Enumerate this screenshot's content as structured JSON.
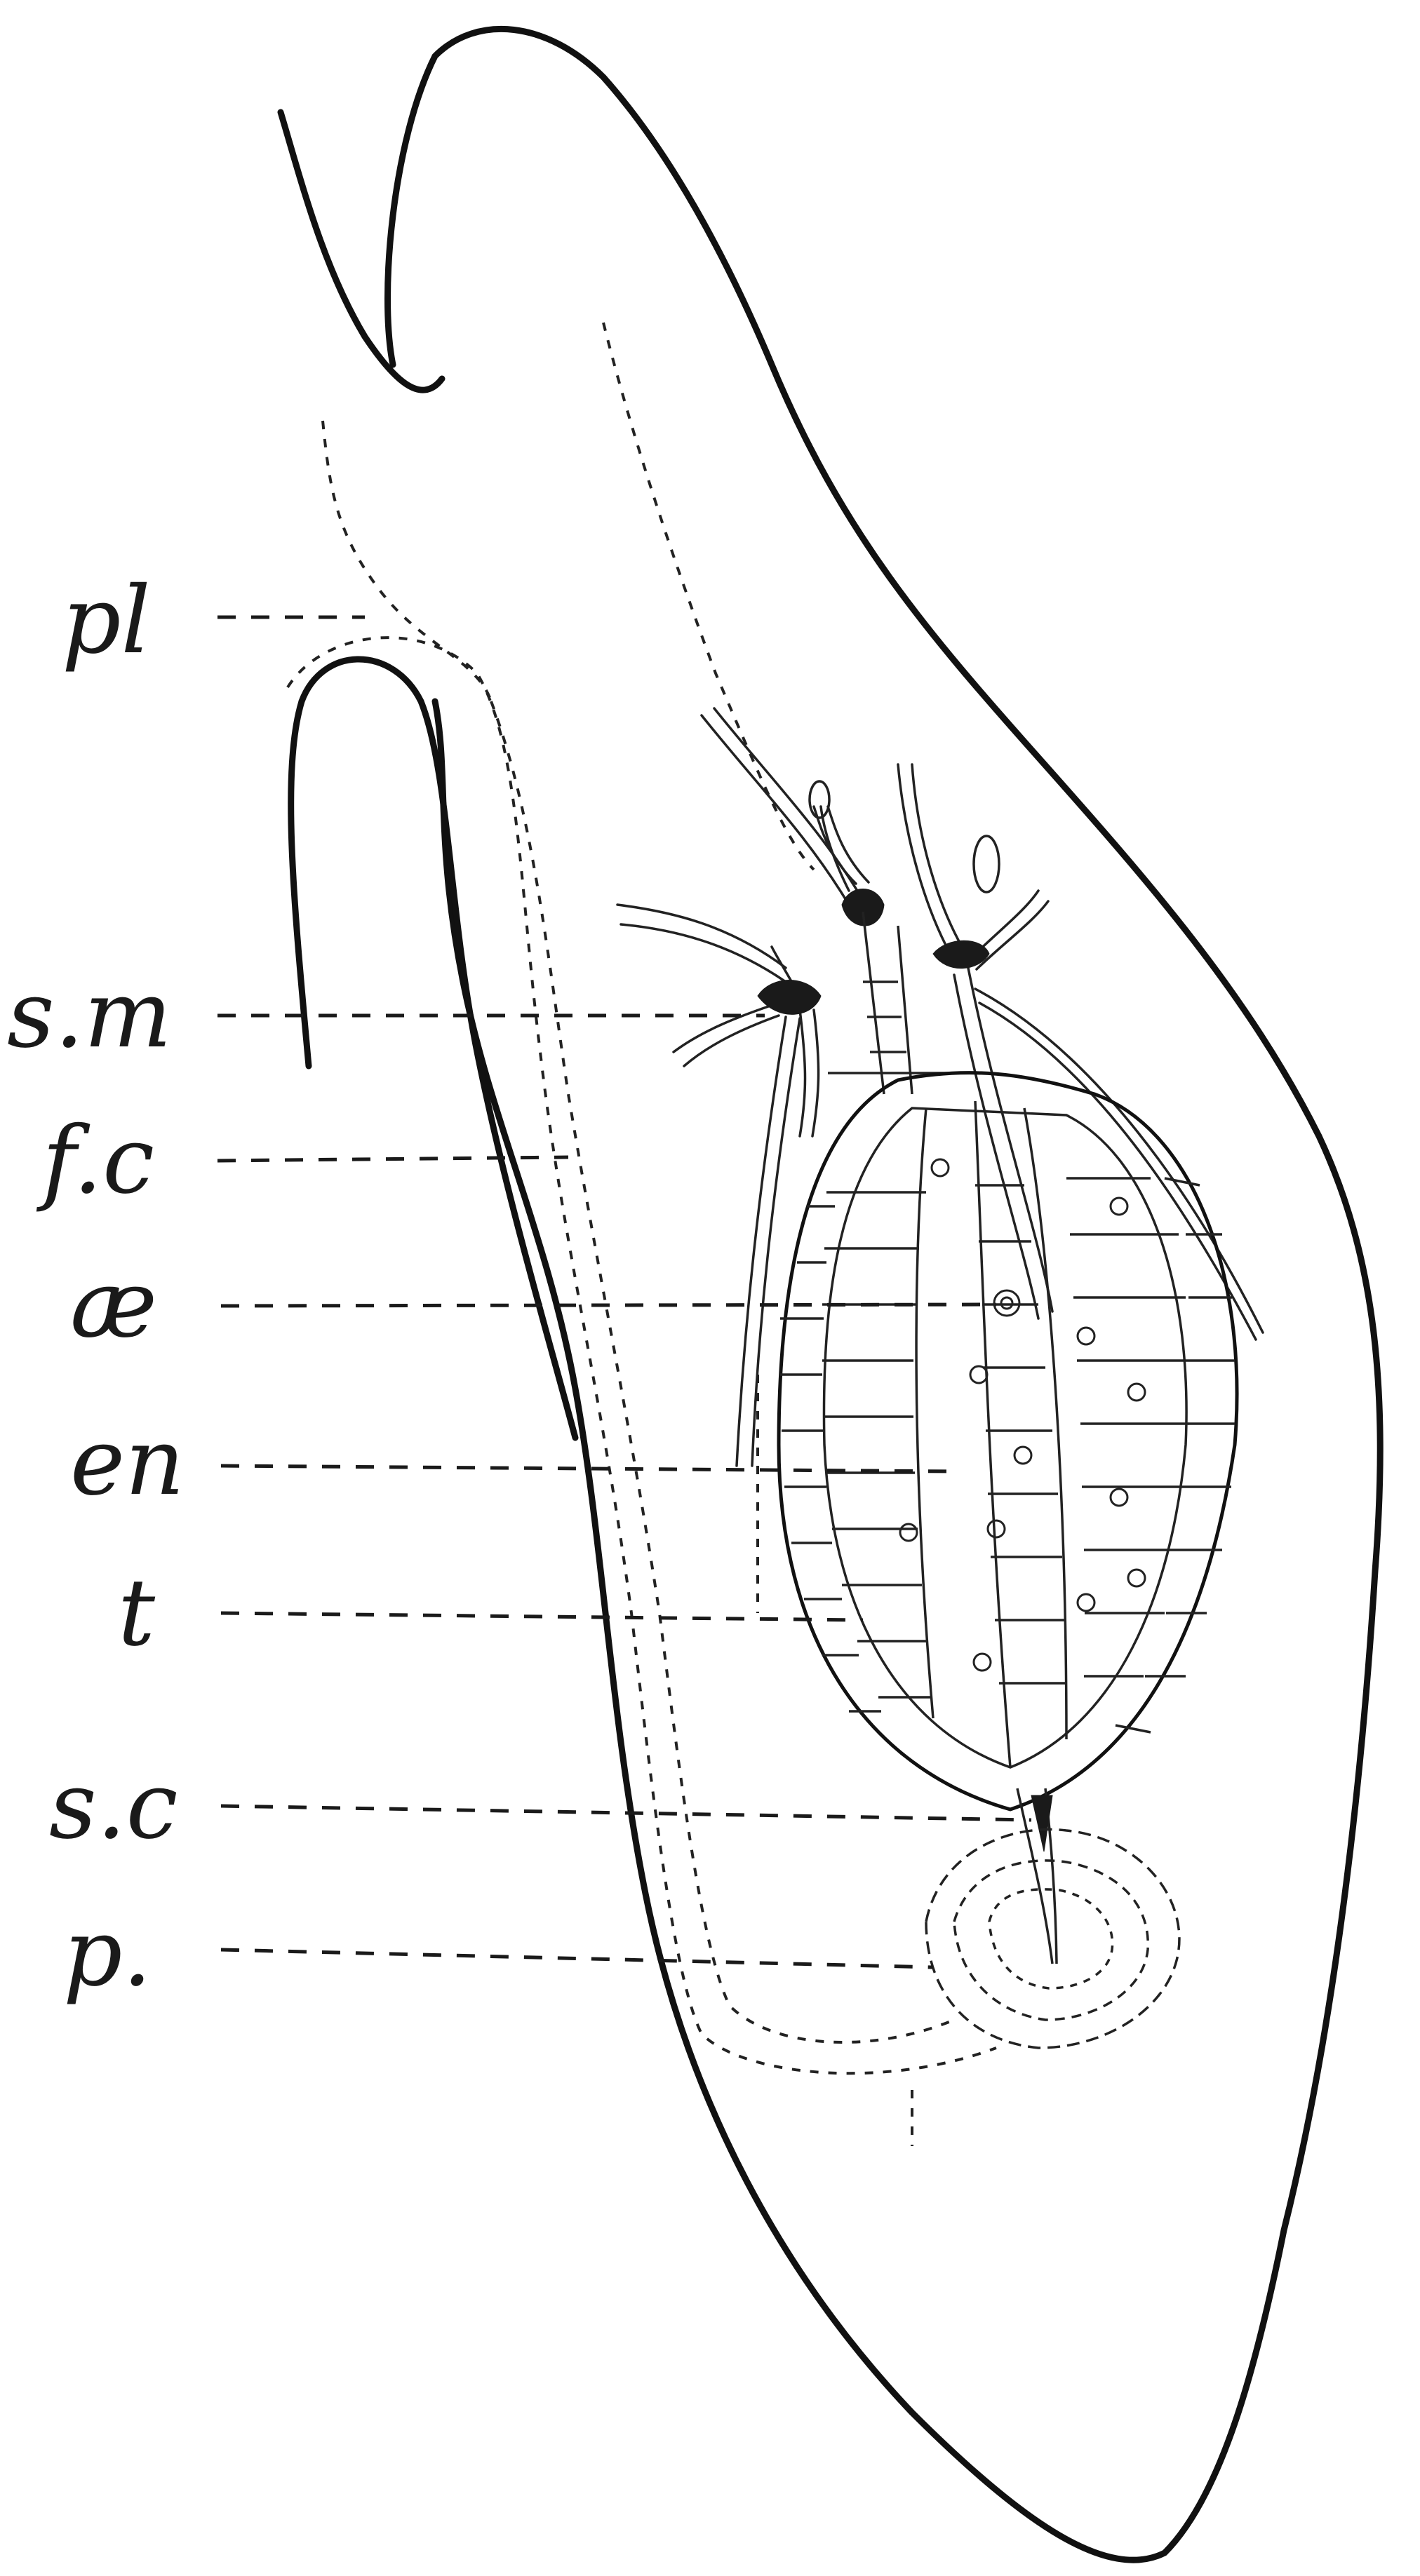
{
  "figure": {
    "labels": {
      "pl": "pl",
      "sm": "s.m",
      "fc": "f.c",
      "ae": "æ",
      "en": "en",
      "t": "t",
      "sc": "s.c",
      "p": "p."
    }
  }
}
